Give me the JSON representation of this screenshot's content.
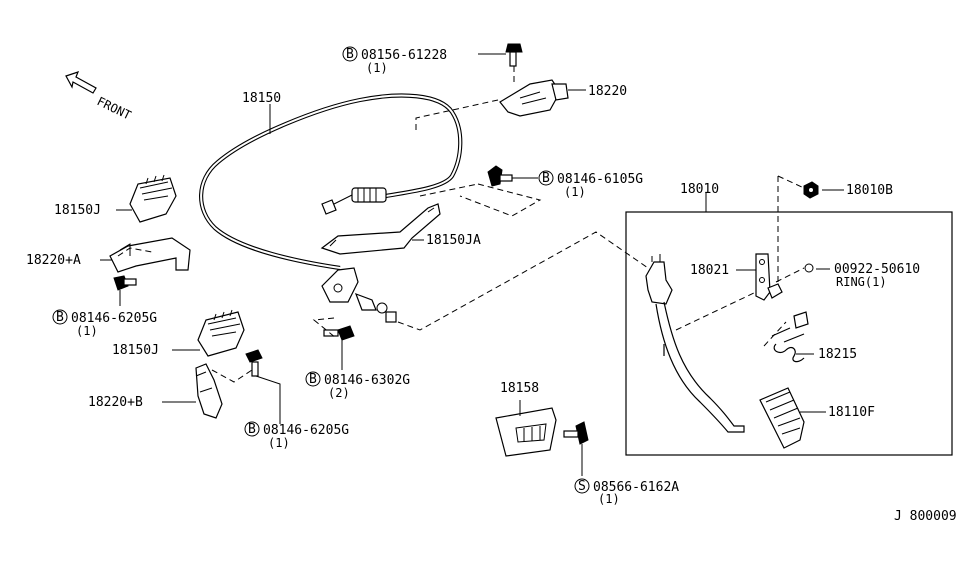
{
  "diagram": {
    "front_label": "FRONT",
    "catalog_code": "J 800009",
    "parts": [
      {
        "id": "b_08156_61228",
        "prefix": "B",
        "part_no": "08156-61228",
        "qty": "(1)"
      },
      {
        "id": "p_18220",
        "part_no": "18220"
      },
      {
        "id": "p_18150",
        "part_no": "18150"
      },
      {
        "id": "b_08146_6105g",
        "prefix": "B",
        "part_no": "08146-6105G",
        "qty": "(1)"
      },
      {
        "id": "p_18010",
        "part_no": "18010"
      },
      {
        "id": "p_18010b",
        "part_no": "18010B"
      },
      {
        "id": "p_18150j_top",
        "part_no": "18150J"
      },
      {
        "id": "p_18150ja",
        "part_no": "18150JA"
      },
      {
        "id": "p_18220a",
        "part_no": "18220+A"
      },
      {
        "id": "p_18021",
        "part_no": "18021"
      },
      {
        "id": "r_00922_50610",
        "part_no": "00922-50610",
        "note": "RING(1)"
      },
      {
        "id": "b_08146_6205g_top",
        "prefix": "B",
        "part_no": "08146-6205G",
        "qty": "(1)"
      },
      {
        "id": "p_18150j_bottom",
        "part_no": "18150J"
      },
      {
        "id": "p_18215",
        "part_no": "18215"
      },
      {
        "id": "b_08146_6302g",
        "prefix": "B",
        "part_no": "08146-6302G",
        "qty": "(2)"
      },
      {
        "id": "p_18158",
        "part_no": "18158"
      },
      {
        "id": "p_18220b",
        "part_no": "18220+B"
      },
      {
        "id": "p_18110f",
        "part_no": "18110F"
      },
      {
        "id": "b_08146_6205g_bottom",
        "prefix": "B",
        "part_no": "08146-6205G",
        "qty": "(1)"
      },
      {
        "id": "s_08566_6162a",
        "prefix": "S",
        "part_no": "08566-6162A",
        "qty": "(1)"
      }
    ]
  }
}
